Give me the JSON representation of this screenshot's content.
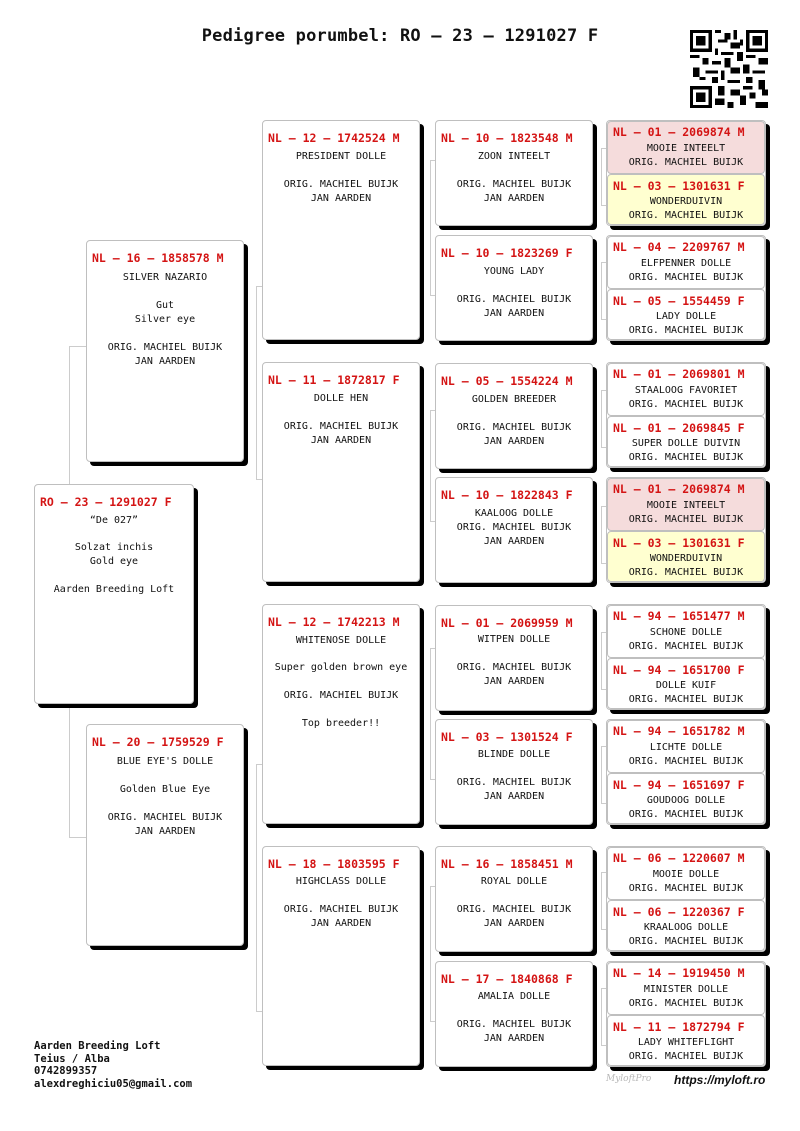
{
  "header": {
    "title": "Pedigree porumbel: RO – 23 – 1291027 F"
  },
  "subject": {
    "ring": "RO – 23 – 1291027 F",
    "lines": [
      "“De 027”",
      "",
      "Solzat inchis",
      "Gold eye",
      "",
      "Aarden Breeding Loft"
    ]
  },
  "parents": [
    {
      "ring": "NL – 16 – 1858578 M",
      "lines": [
        "SILVER NAZARIO",
        "",
        "Gut",
        "Silver eye",
        "",
        "ORIG. MACHIEL BUIJK",
        "JAN AARDEN"
      ]
    },
    {
      "ring": "NL – 20 – 1759529 F",
      "lines": [
        "BLUE EYE'S DOLLE",
        "",
        "Golden Blue Eye",
        "",
        "ORIG. MACHIEL BUIJK",
        "JAN AARDEN"
      ]
    }
  ],
  "grandparents": [
    {
      "ring": "NL – 12 – 1742524 M",
      "lines": [
        "PRESIDENT DOLLE",
        "",
        "ORIG. MACHIEL BUIJK",
        "JAN AARDEN"
      ]
    },
    {
      "ring": "NL – 11 – 1872817 F",
      "lines": [
        "DOLLE HEN",
        "",
        "ORIG. MACHIEL BUIJK",
        "JAN AARDEN"
      ]
    },
    {
      "ring": "NL – 12 – 1742213 M",
      "lines": [
        "WHITENOSE DOLLE",
        "",
        "Super golden brown eye",
        "",
        "ORIG. MACHIEL BUIJK",
        "",
        "Top breeder!!"
      ]
    },
    {
      "ring": "NL – 18 – 1803595 F",
      "lines": [
        "HIGHCLASS DOLLE",
        "",
        "ORIG. MACHIEL BUIJK",
        "JAN AARDEN"
      ]
    }
  ],
  "great_grandparents": [
    {
      "ring": "NL – 10 – 1823548 M",
      "lines": [
        "ZOON INTEELT",
        "",
        "ORIG. MACHIEL BUIJK",
        "JAN AARDEN"
      ]
    },
    {
      "ring": "NL – 10 – 1823269 F",
      "lines": [
        "YOUNG LADY",
        "",
        "ORIG. MACHIEL BUIJK",
        "JAN AARDEN"
      ]
    },
    {
      "ring": "NL – 05 – 1554224 M",
      "lines": [
        "GOLDEN BREEDER",
        "",
        "ORIG. MACHIEL BUIJK",
        "JAN AARDEN"
      ]
    },
    {
      "ring": "NL – 10 – 1822843 F",
      "lines": [
        "KAALOOG DOLLE",
        "ORIG. MACHIEL BUIJK",
        "JAN AARDEN"
      ]
    },
    {
      "ring": "NL – 01 – 2069959 M",
      "lines": [
        "WITPEN DOLLE",
        "",
        "ORIG. MACHIEL BUIJK",
        "JAN AARDEN"
      ]
    },
    {
      "ring": "NL – 03 – 1301524 F",
      "lines": [
        "BLINDE DOLLE",
        "",
        "ORIG. MACHIEL BUIJK",
        "JAN AARDEN"
      ]
    },
    {
      "ring": "NL – 16 – 1858451 M",
      "lines": [
        "ROYAL DOLLE",
        "",
        "ORIG. MACHIEL BUIJK",
        "JAN AARDEN"
      ]
    },
    {
      "ring": "NL – 17 – 1840868 F",
      "lines": [
        "AMALIA DOLLE",
        "",
        "ORIG. MACHIEL BUIJK",
        "JAN AARDEN"
      ]
    }
  ],
  "great_great_grandparents": [
    {
      "ring": "NL – 01 – 2069874 M",
      "lines": [
        "MOOIE INTEELT",
        "ORIG. MACHIEL BUIJK"
      ],
      "highlight": "#f5dcdc"
    },
    {
      "ring": "NL – 03 – 1301631 F",
      "lines": [
        "WONDERDUIVIN",
        "ORIG. MACHIEL BUIJK"
      ],
      "highlight": "#ffffd0"
    },
    {
      "ring": "NL – 04 – 2209767 M",
      "lines": [
        "ELFPENNER DOLLE",
        "ORIG. MACHIEL BUIJK"
      ]
    },
    {
      "ring": "NL – 05 – 1554459 F",
      "lines": [
        "LADY DOLLE",
        "ORIG. MACHIEL BUIJK"
      ]
    },
    {
      "ring": "NL – 01 – 2069801 M",
      "lines": [
        "STAALOOG FAVORIET",
        "ORIG. MACHIEL BUIJK"
      ]
    },
    {
      "ring": "NL – 01 – 2069845 F",
      "lines": [
        "SUPER DOLLE DUIVIN",
        "ORIG. MACHIEL BUIJK"
      ]
    },
    {
      "ring": "NL – 01 – 2069874 M",
      "lines": [
        "MOOIE INTEELT",
        "ORIG. MACHIEL BUIJK"
      ],
      "highlight": "#f5dcdc"
    },
    {
      "ring": "NL – 03 – 1301631 F",
      "lines": [
        "WONDERDUIVIN",
        "ORIG. MACHIEL BUIJK"
      ],
      "highlight": "#ffffd0"
    },
    {
      "ring": "NL – 94 – 1651477 M",
      "lines": [
        "SCHONE DOLLE",
        "ORIG. MACHIEL BUIJK"
      ]
    },
    {
      "ring": "NL – 94 – 1651700 F",
      "lines": [
        "DOLLE KUIF",
        "ORIG. MACHIEL BUIJK"
      ]
    },
    {
      "ring": "NL – 94 – 1651782 M",
      "lines": [
        "LICHTE DOLLE",
        "ORIG. MACHIEL BUIJK"
      ]
    },
    {
      "ring": "NL – 94 – 1651697 F",
      "lines": [
        "GOUDOOG DOLLE",
        "ORIG. MACHIEL BUIJK"
      ]
    },
    {
      "ring": "NL – 06 – 1220607 M",
      "lines": [
        "MOOIE DOLLE",
        "ORIG. MACHIEL BUIJK"
      ]
    },
    {
      "ring": "NL – 06 – 1220367 F",
      "lines": [
        "KRAALOOG DOLLE",
        "ORIG. MACHIEL BUIJK"
      ]
    },
    {
      "ring": "NL – 14 – 1919450 M",
      "lines": [
        "MINISTER DOLLE",
        "ORIG. MACHIEL BUIJK"
      ]
    },
    {
      "ring": "NL – 11 – 1872794 F",
      "lines": [
        "LADY WHITEFLIGHT",
        "ORIG. MACHIEL BUIJK"
      ]
    }
  ],
  "footer": {
    "lines": [
      "Aarden Breeding Loft",
      "Teius / Alba",
      "0742899357",
      "alexdreghiciu05@gmail.com"
    ],
    "watermark": "MyloftPro",
    "url": "https://myloft.ro"
  },
  "icons": {
    "qr": "qr-code-icon"
  },
  "colors": {
    "ring": "#d41414",
    "highlight_pink": "#f5dcdc",
    "highlight_yellow": "#ffffd0"
  }
}
